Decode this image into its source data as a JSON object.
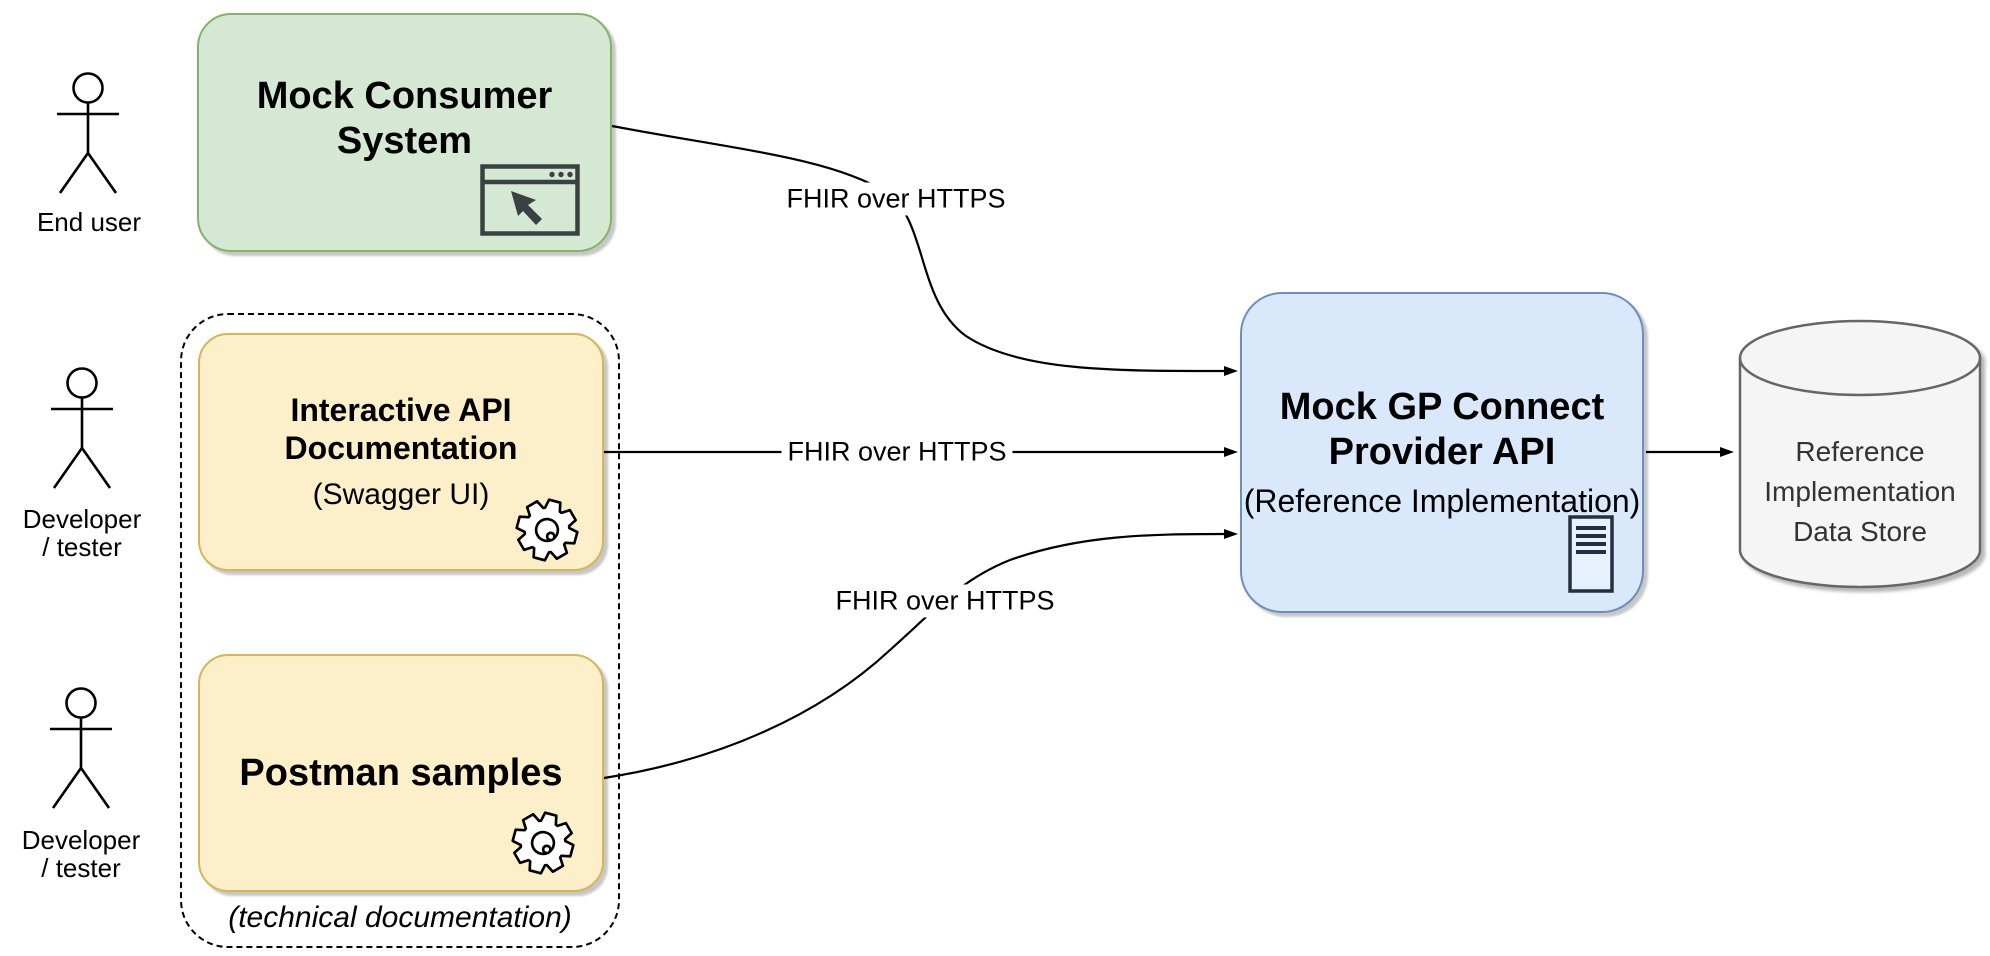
{
  "actors": [
    {
      "label": "End user"
    },
    {
      "label": "Developer / tester"
    },
    {
      "label": "Developer / tester"
    }
  ],
  "nodes": {
    "consumer": {
      "title": "Mock Consumer System"
    },
    "swagger": {
      "title": "Interactive API Documentation",
      "subtitle": "(Swagger UI)"
    },
    "postman": {
      "title": "Postman samples"
    },
    "provider": {
      "title": "Mock GP Connect Provider API",
      "subtitle": "(Reference Implementation)"
    },
    "datastore": {
      "title": "Reference Implementation Data Store"
    }
  },
  "group": {
    "caption": "(technical documentation)"
  },
  "edges": {
    "consumer_provider": {
      "label": "FHIR over HTTPS"
    },
    "swagger_provider": {
      "label": "FHIR over HTTPS"
    },
    "postman_provider": {
      "label": "FHIR over HTTPS"
    }
  },
  "icons": [
    "person-icon",
    "browser-window-icon",
    "gear-icon",
    "gear-icon",
    "server-icon",
    "database-cylinder-icon"
  ],
  "colors": {
    "consumer_fill": "#d5e8d4",
    "consumer_stroke": "#82b366",
    "docs_fill": "#fcefca",
    "docs_stroke": "#d6b656",
    "provider_fill": "#dae8fc",
    "provider_stroke": "#6c8ebf",
    "datastore_fill": "#f5f5f5",
    "datastore_stroke": "#666666",
    "line": "#000000"
  }
}
